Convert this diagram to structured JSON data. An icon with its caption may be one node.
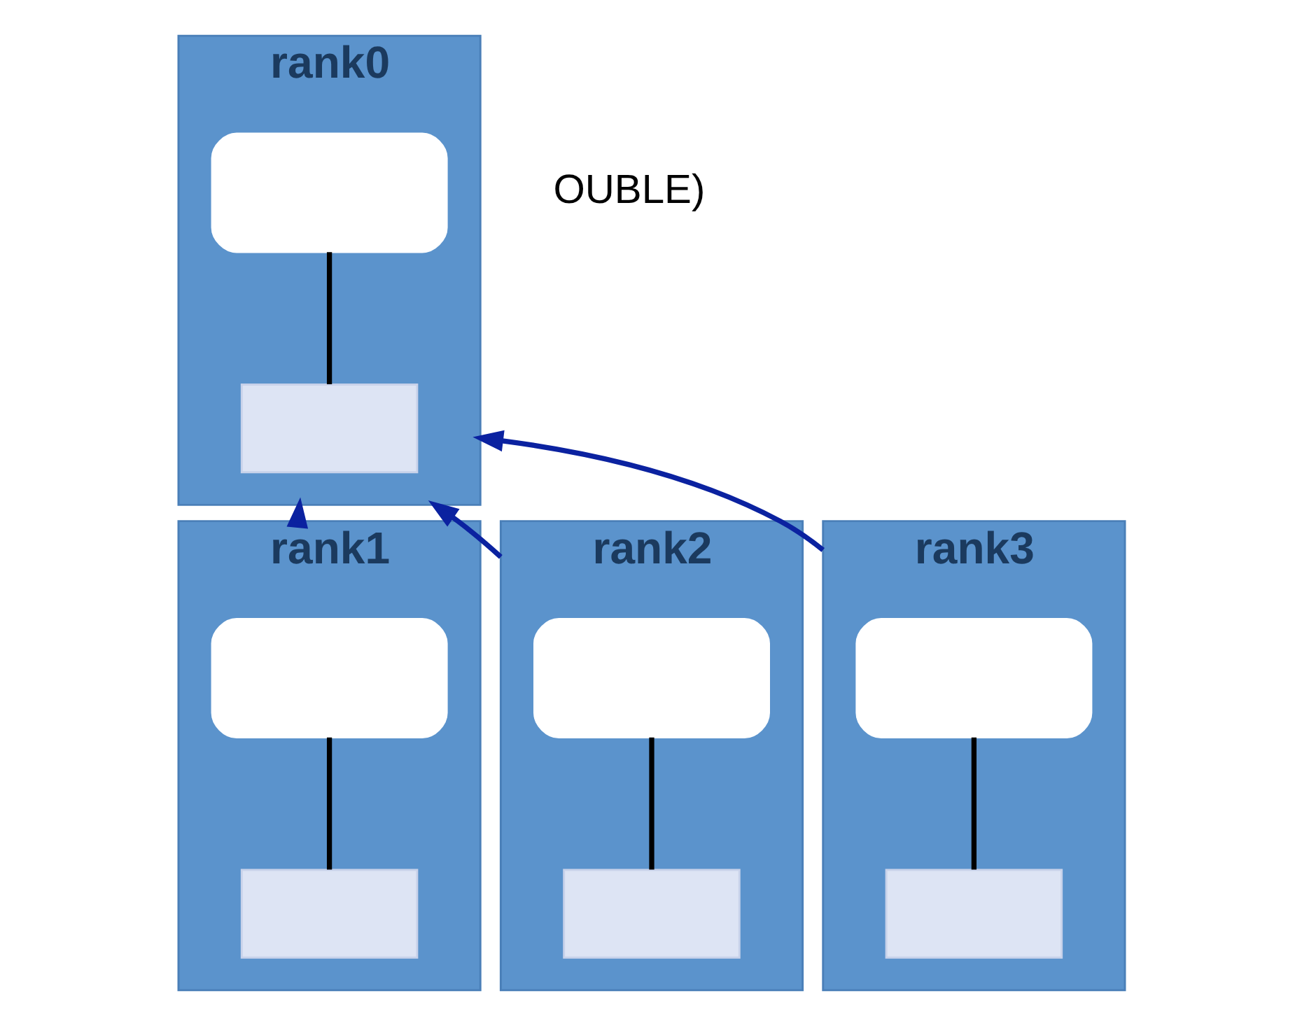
{
  "diagram": {
    "nodes": [
      {
        "text": [
          "rank0"
        ]
      },
      {
        "text": [],
        "shape": "box",
        "in": 0
      },
      {
        "text": [],
        "shape": "box",
        "in": 0
      },
      {
        "text": [
          "rank1"
        ]
      },
      {
        "text": [],
        "shape": "box",
        "in": 3
      },
      {
        "text": [],
        "shape": "box",
        "in": 3
      },
      {
        "text": [
          "rank2"
        ]
      },
      {
        "text": [],
        "shape": "box",
        "in": 6
      },
      {
        "text": [],
        "shape": "box",
        "in": 6
      },
      {
        "text": [
          "rank3"
        ]
      },
      {
        "text": [],
        "shape": "box",
        "in": 9
      },
      {
        "text": [],
        "shape": "box",
        "in": 9
      }
    ],
    "edges": [
      {
        "from": 1,
        "to": 2,
        "arrow": "none"
      },
      {
        "from": 4,
        "to": 5,
        "arrow": "none"
      },
      {
        "from": 7,
        "to": 8,
        "arrow": "none"
      },
      {
        "from": 10,
        "to": 11,
        "arrow": "none"
      },
      {
        "from": 3,
        "to": 0,
        "arrow": "to",
        "color": "#0b22a0"
      },
      {
        "from": 6,
        "to": 0,
        "arrow": "to",
        "color": "#0b22a0"
      },
      {
        "from": 9,
        "to": 0,
        "arrow": "to",
        "color": "#0b22a0"
      }
    ],
    "labels": [
      "OUBLE)"
    ]
  }
}
